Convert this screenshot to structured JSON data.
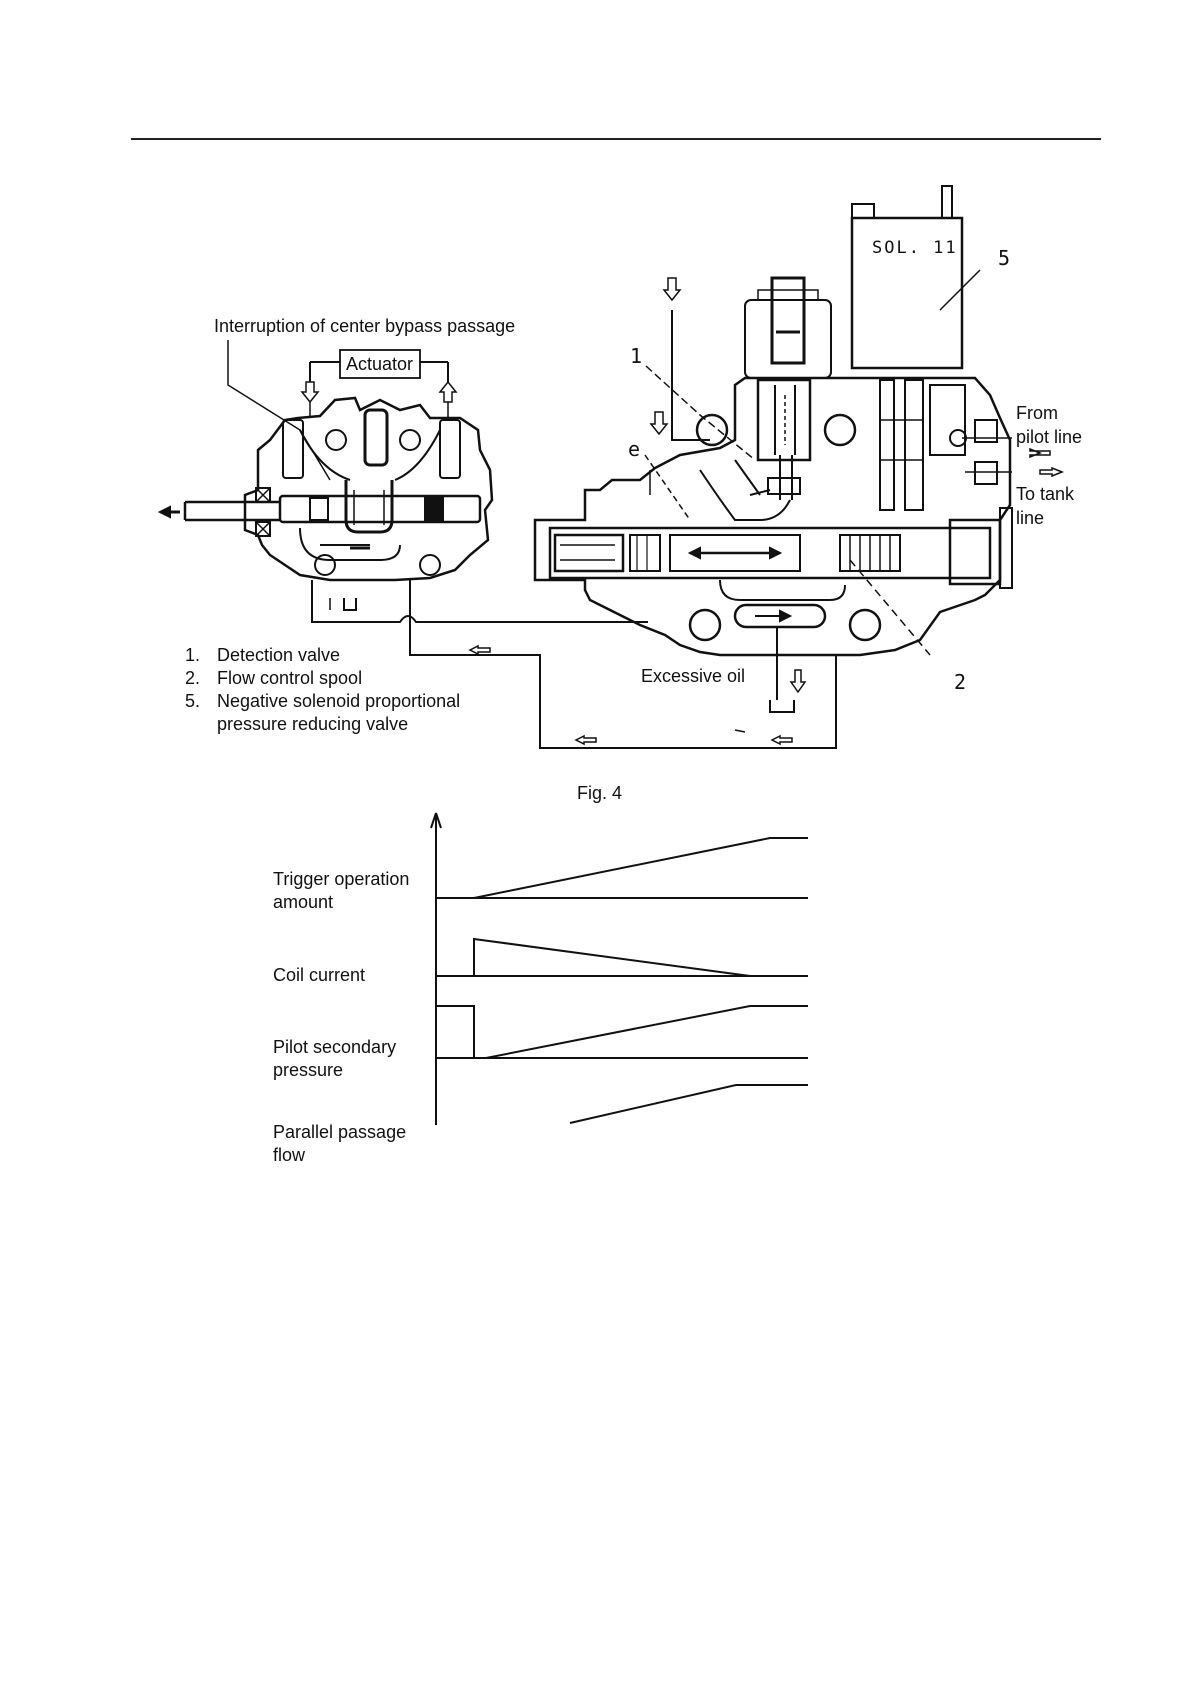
{
  "figure": {
    "caption": "Fig. 4",
    "callouts": {
      "interruption": "Interruption of center bypass passage",
      "actuator": "Actuator",
      "from_pilot_line_1": "From",
      "from_pilot_line_2": "pilot line",
      "to_tank_line_1": "To tank",
      "to_tank_line_2": "line",
      "excessive_oil": "Excessive oil",
      "solenoid_tag": "SOL. 11",
      "part_1": "1",
      "part_2": "2",
      "part_5": "5",
      "port_e": "e"
    },
    "legend": [
      {
        "num": "1.",
        "text": "Detection valve"
      },
      {
        "num": "2.",
        "text": "Flow control spool"
      },
      {
        "num": "5.",
        "text": "Negative solenoid proportional"
      },
      {
        "num": "",
        "text": "pressure reducing valve"
      }
    ]
  },
  "timing_chart": {
    "rows": [
      {
        "label": "Trigger operation amount"
      },
      {
        "label": "Coil current"
      },
      {
        "label": "Pilot secondary pressure"
      },
      {
        "label": "Parallel passage flow"
      }
    ]
  },
  "colors": {
    "ink": "#111111",
    "paper": "#ffffff"
  }
}
